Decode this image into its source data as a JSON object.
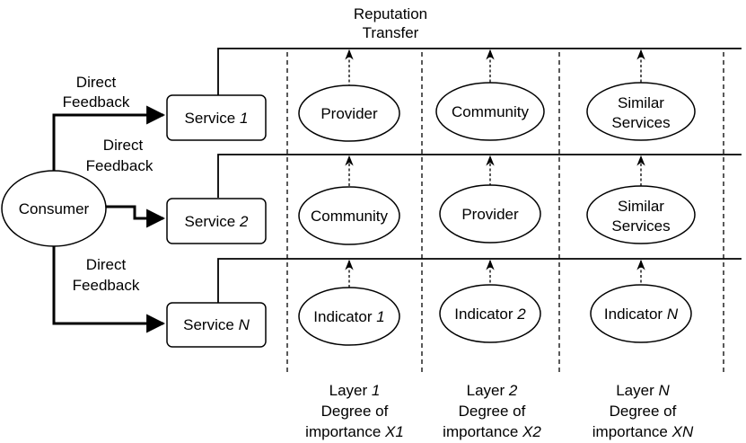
{
  "title": {
    "line1": "Reputation",
    "line2": "Transfer"
  },
  "consumer": {
    "label": "Consumer"
  },
  "edges": [
    {
      "line1": "Direct",
      "line2": "Feedback"
    },
    {
      "line1": "Direct",
      "line2": "Feedback"
    },
    {
      "line1": "Direct",
      "line2": "Feedback"
    }
  ],
  "services": [
    {
      "prefix": "Service",
      "suffix": "1"
    },
    {
      "prefix": "Service",
      "suffix": "2"
    },
    {
      "prefix": "Service",
      "suffix": "N"
    }
  ],
  "rows": [
    {
      "cells": [
        {
          "line1": "Provider",
          "line2": "",
          "suffix": ""
        },
        {
          "line1": "Community",
          "line2": "",
          "suffix": ""
        },
        {
          "line1": "Similar",
          "line2": "Services",
          "suffix": ""
        }
      ]
    },
    {
      "cells": [
        {
          "line1": "Community",
          "line2": "",
          "suffix": ""
        },
        {
          "line1": "Provider",
          "line2": "",
          "suffix": ""
        },
        {
          "line1": "Similar",
          "line2": "Services",
          "suffix": ""
        }
      ]
    },
    {
      "cells": [
        {
          "line1": "Indicator",
          "line2": "",
          "suffix": "1"
        },
        {
          "line1": "Indicator",
          "line2": "",
          "suffix": "2"
        },
        {
          "line1": "Indicator",
          "line2": "",
          "suffix": "N"
        }
      ]
    }
  ],
  "layers": [
    {
      "prefix": "Layer",
      "num": "1",
      "deg": "Degree of",
      "imp": "importance",
      "x": "X1"
    },
    {
      "prefix": "Layer",
      "num": "2",
      "deg": "Degree of",
      "imp": "importance",
      "x": "X2"
    },
    {
      "prefix": "Layer",
      "num": "N",
      "deg": "Degree of",
      "imp": "importance",
      "x": "XN"
    }
  ]
}
